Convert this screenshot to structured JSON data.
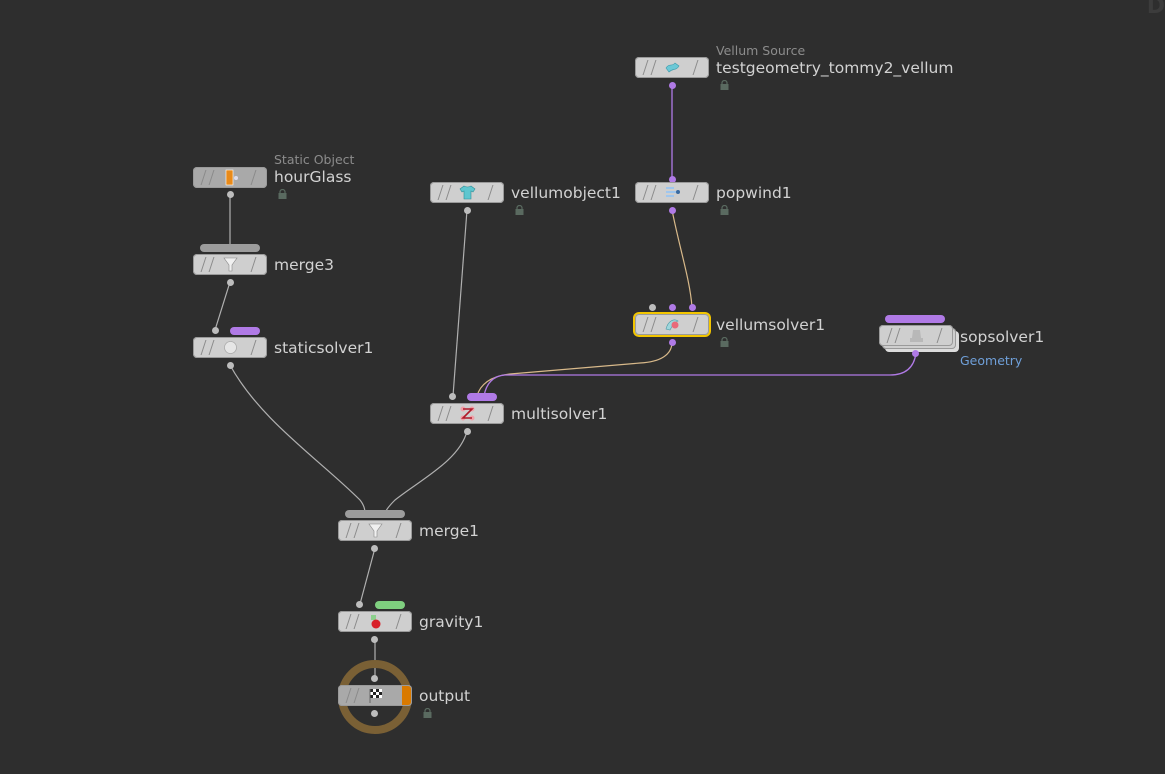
{
  "network": {
    "nodes": [
      {
        "id": "testgeometry",
        "name": "testgeometry_tommy2_vellum",
        "type_label": "Vellum Source",
        "locked": true,
        "icon": "vellum-source-icon"
      },
      {
        "id": "hourglass",
        "name": "hourGlass",
        "type_label": "Static Object",
        "locked": true,
        "icon": "static-object-icon"
      },
      {
        "id": "merge3",
        "name": "merge3",
        "locked": false,
        "icon": "merge-funnel-icon"
      },
      {
        "id": "staticsolver1",
        "name": "staticsolver1",
        "locked": false,
        "icon": "static-solver-icon"
      },
      {
        "id": "vellumobject1",
        "name": "vellumobject1",
        "locked": true,
        "icon": "vellum-object-shirt-icon"
      },
      {
        "id": "popwind1",
        "name": "popwind1",
        "locked": true,
        "icon": "pop-wind-icon"
      },
      {
        "id": "vellumsolver1",
        "name": "vellumsolver1",
        "locked": true,
        "selected": true,
        "icon": "vellum-solver-icon"
      },
      {
        "id": "sopsolver1",
        "name": "sopsolver1",
        "data_label": "Geometry",
        "locked": false,
        "icon": "sop-solver-icon"
      },
      {
        "id": "multisolver1",
        "name": "multisolver1",
        "locked": false,
        "icon": "multi-solver-icon"
      },
      {
        "id": "merge1",
        "name": "merge1",
        "locked": false,
        "icon": "merge-funnel-icon"
      },
      {
        "id": "gravity1",
        "name": "gravity1",
        "locked": false,
        "icon": "gravity-icon"
      },
      {
        "id": "output",
        "name": "output",
        "locked": true,
        "display_flag": true,
        "icon": "output-flag-icon"
      }
    ],
    "colors": {
      "background": "#2e2e2e",
      "wire_grey": "#b0b0b0",
      "wire_purple": "#b07ae6",
      "wire_tan": "#d8b98a",
      "selection": "#f2c500",
      "output_ring": "#7a6035",
      "display_flag": "#d97a00",
      "sublabel_blue": "#6f9fd8"
    }
  }
}
